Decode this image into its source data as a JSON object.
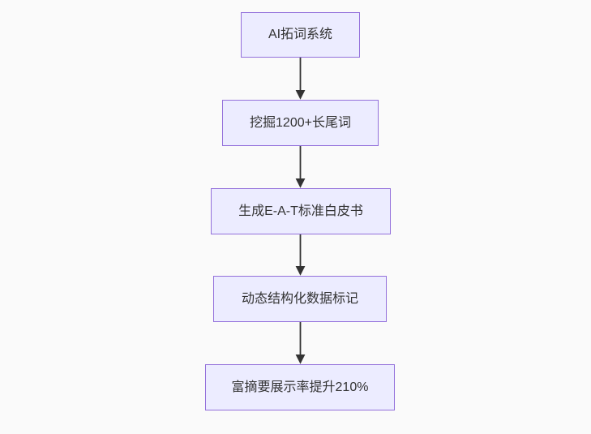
{
  "diagram": {
    "type": "flowchart",
    "direction": "top-down",
    "nodes": [
      {
        "id": "n1",
        "label": "AI拓词系统"
      },
      {
        "id": "n2",
        "label": "挖掘1200+长尾词"
      },
      {
        "id": "n3",
        "label": "生成E-A-T标准白皮书"
      },
      {
        "id": "n4",
        "label": "动态结构化数据标记"
      },
      {
        "id": "n5",
        "label": "富摘要展示率提升210%"
      }
    ],
    "edges": [
      {
        "from": "n1",
        "to": "n2"
      },
      {
        "from": "n2",
        "to": "n3"
      },
      {
        "from": "n3",
        "to": "n4"
      },
      {
        "from": "n4",
        "to": "n5"
      }
    ],
    "colors": {
      "node_fill": "#ececff",
      "node_border": "#9370db",
      "node_text": "#333333",
      "arrow": "#333333",
      "background": "#fafafa"
    }
  }
}
